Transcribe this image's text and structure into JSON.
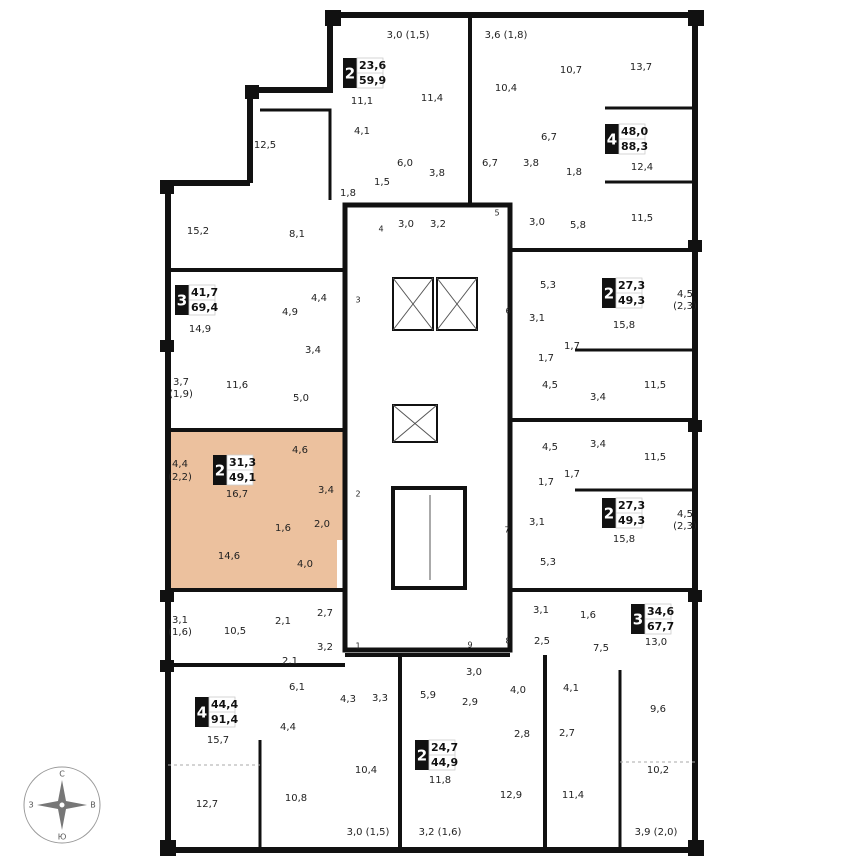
{
  "highlight_color": "#ECC19E",
  "wall_color": "#111111",
  "apartments": [
    {
      "rooms": "2",
      "living": "23,6",
      "total": "59,9"
    },
    {
      "rooms": "4",
      "living": "48,0",
      "total": "88,3"
    },
    {
      "rooms": "3",
      "living": "41,7",
      "total": "69,4"
    },
    {
      "rooms": "2",
      "living": "27,3",
      "total": "49,3"
    },
    {
      "rooms": "2",
      "living": "31,3",
      "total": "49,1",
      "highlighted": true
    },
    {
      "rooms": "2",
      "living": "27,3",
      "total": "49,3"
    },
    {
      "rooms": "3",
      "living": "34,6",
      "total": "67,7"
    },
    {
      "rooms": "4",
      "living": "44,4",
      "total": "91,4"
    },
    {
      "rooms": "2",
      "living": "24,7",
      "total": "44,9"
    }
  ],
  "rooms": [
    "11,1",
    "11,4",
    "12,5",
    "4,1",
    "6,0",
    "1,5",
    "3,8",
    "1,8",
    "3,0",
    "3,2",
    "3,0 (1,5)",
    "3,6 (1,8)",
    "10,4",
    "6,7",
    "10,7",
    "13,7",
    "6,7",
    "3,8",
    "1,8",
    "12,4",
    "11,5",
    "3,0",
    "5,8",
    "15,2",
    "8,1",
    "14,9",
    "4,9",
    "4,4",
    "3,4",
    "3,7",
    "(1,9)",
    "11,6",
    "5,0",
    "5,3",
    "15,8",
    "4,5",
    "(2,3)",
    "3,1",
    "1,7",
    "1,7",
    "4,5",
    "3,4",
    "11,5",
    "4,5",
    "3,4",
    "11,5",
    "1,7",
    "1,7",
    "3,1",
    "15,8",
    "4,5",
    "(2,3)",
    "5,3",
    "4,4",
    "(2,2)",
    "16,7",
    "4,6",
    "3,4",
    "2,0",
    "1,6",
    "14,6",
    "4,0",
    "3,1",
    "(1,6)",
    "10,5",
    "2,1",
    "2,7",
    "3,2",
    "2,1",
    "6,1",
    "15,7",
    "4,4",
    "4,3",
    "3,3",
    "10,4",
    "12,7",
    "10,8",
    "3,0 (1,5)",
    "5,9",
    "11,8",
    "3,2 (1,6)",
    "3,0",
    "2,9",
    "4,0",
    "2,8",
    "12,9",
    "2,7",
    "11,4",
    "4,1",
    "3,1",
    "1,6",
    "2,5",
    "7,5",
    "13,0",
    "9,6",
    "10,2",
    "3,9 (2,0)"
  ],
  "doors": [
    "4",
    "5",
    "3",
    "6",
    "7",
    "2",
    "1",
    "9",
    "8"
  ],
  "compass": {
    "north": "С",
    "west": "З",
    "east": "В",
    "south": "Ю"
  }
}
